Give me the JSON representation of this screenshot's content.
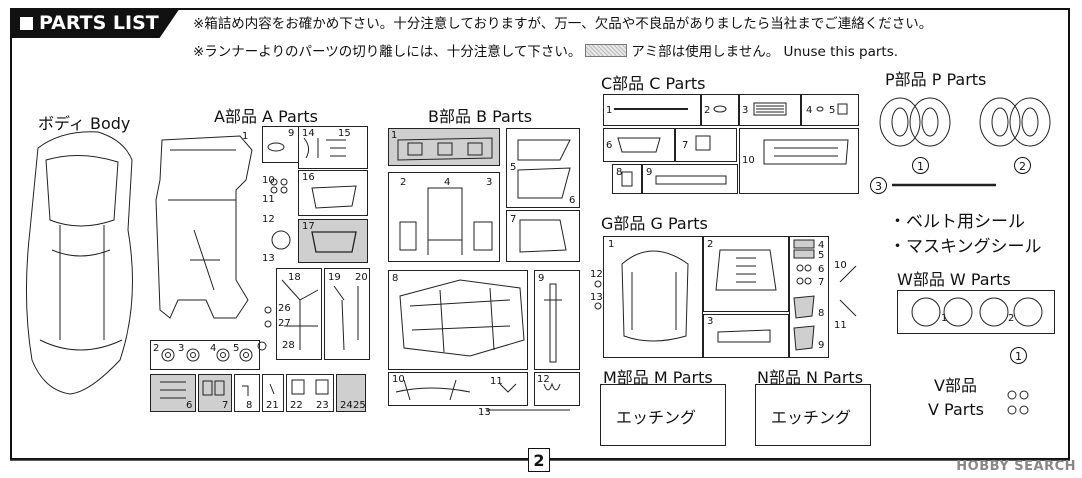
{
  "header": {
    "title": "PARTS LIST",
    "note_line1": "※箱詰め内容をお確かめ下さい。十分注意しておりますが、万一、欠品や不良品がありましたら当社までご連絡ください。",
    "note_line2_a": "※ランナーよりのパーツの切り離しには、十分注意して下さい。",
    "note_line2_b": "アミ部は使用しません。 Unuse this parts."
  },
  "sections": {
    "body": "ボディ Body",
    "a": "A部品 A Parts",
    "b": "B部品 B Parts",
    "c": "C部品 C Parts",
    "p": "P部品 P Parts",
    "g": "G部品 G Parts",
    "w": "W部品 W Parts",
    "m": "M部品 M Parts",
    "n": "N部品 N Parts",
    "v_line1": "V部品",
    "v_line2": "V Parts"
  },
  "extras": {
    "belt_seal": "・ベルト用シール",
    "masking_seal": "・マスキングシール"
  },
  "etching": {
    "m": "エッチング",
    "n": "エッチング"
  },
  "circled": {
    "p1": "1",
    "p2": "2",
    "p3": "3",
    "v1": "1"
  },
  "part_numbers": {
    "a": [
      "1",
      "9",
      "14",
      "15",
      "10",
      "16",
      "11",
      "12",
      "17",
      "13",
      "18",
      "19",
      "20",
      "26",
      "27",
      "28",
      "2",
      "3",
      "4",
      "5",
      "6",
      "7",
      "8",
      "21",
      "22",
      "23",
      "24",
      "25"
    ],
    "b": [
      "1",
      "5",
      "6",
      "2",
      "4",
      "3",
      "7",
      "8",
      "9",
      "10",
      "11",
      "12",
      "13"
    ],
    "c": [
      "1",
      "2",
      "3",
      "4",
      "5",
      "6",
      "7",
      "10",
      "8",
      "9"
    ],
    "g": [
      "1",
      "2",
      "12",
      "13",
      "4",
      "5",
      "6",
      "7",
      "8",
      "9",
      "10",
      "11",
      "3"
    ],
    "w": [
      "1",
      "2"
    ]
  },
  "page": {
    "number": "2"
  },
  "watermark": "HOBBY SEARCH"
}
